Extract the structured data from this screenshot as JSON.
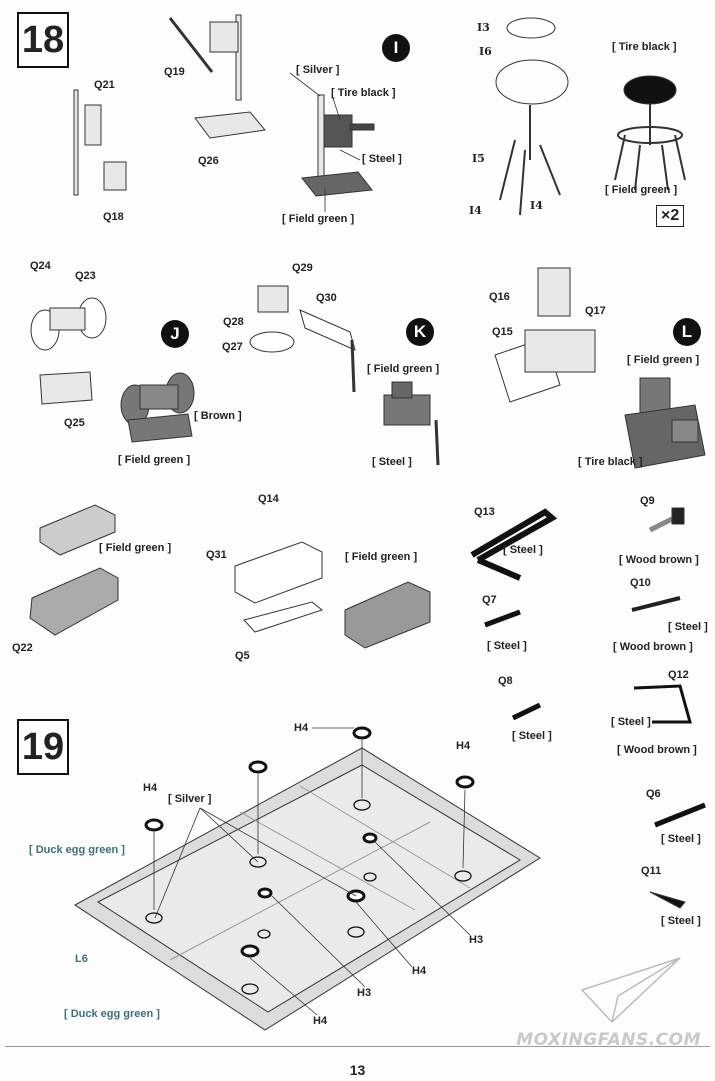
{
  "steps": {
    "s18": "18",
    "s19": "19"
  },
  "markers": {
    "I": "I",
    "J": "J",
    "K": "K",
    "L": "L"
  },
  "multiplier": "×2",
  "page_number": "13",
  "watermark": "MOXINGFANS.COM",
  "parts": {
    "Q21": "Q21",
    "Q18": "Q18",
    "Q19": "Q19",
    "Q26": "Q26",
    "I3": "I3",
    "I6": "I6",
    "I5": "I5",
    "I4a": "I4",
    "I4b": "I4",
    "Q24": "Q24",
    "Q23": "Q23",
    "Q25": "Q25",
    "Q29": "Q29",
    "Q28": "Q28",
    "Q27": "Q27",
    "Q30": "Q30",
    "Q16": "Q16",
    "Q15": "Q15",
    "Q17": "Q17",
    "Q14": "Q14",
    "Q31": "Q31",
    "Q5": "Q5",
    "Q22": "Q22",
    "Q13": "Q13",
    "Q7": "Q7",
    "Q8": "Q8",
    "Q9": "Q9",
    "Q10": "Q10",
    "Q12": "Q12",
    "Q6": "Q6",
    "Q11": "Q11",
    "H4a": "H4",
    "H4b": "H4",
    "H4c": "H4",
    "H4d": "H4",
    "H4e": "H4",
    "H3a": "H3",
    "H3b": "H3",
    "L6": "L6"
  },
  "colors": {
    "silver": "[ Silver ]",
    "tire_black": "[ Tire black ]",
    "steel": "[ Steel ]",
    "field_green": "[ Field green ]",
    "brown": "[ Brown ]",
    "wood_brown": "[ Wood brown ]",
    "duck_egg_green": "[ Duck egg green ]"
  }
}
